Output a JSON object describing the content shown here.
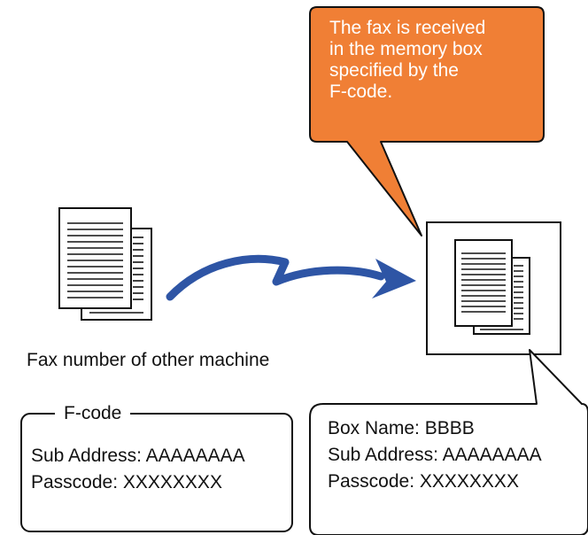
{
  "callout": {
    "lines": [
      "The fax is received",
      "in the memory box",
      "specified by the",
      "F-code."
    ],
    "fill_color": "#F07F35"
  },
  "sender": {
    "caption": "Fax number of other machine",
    "icon": "document-stack-icon"
  },
  "transmission": {
    "icon": "transmission-arrow-icon",
    "color": "#2E55A5"
  },
  "receiver": {
    "icon": "memory-box-document-icon"
  },
  "fcode_box": {
    "legend": "F-code",
    "lines": [
      "Sub Address: AAAAAAAA",
      "Passcode: XXXXXXXX"
    ]
  },
  "box_info": {
    "lines": [
      "Box Name: BBBB",
      "Sub Address: AAAAAAAA",
      "Passcode: XXXXXXXX"
    ]
  }
}
